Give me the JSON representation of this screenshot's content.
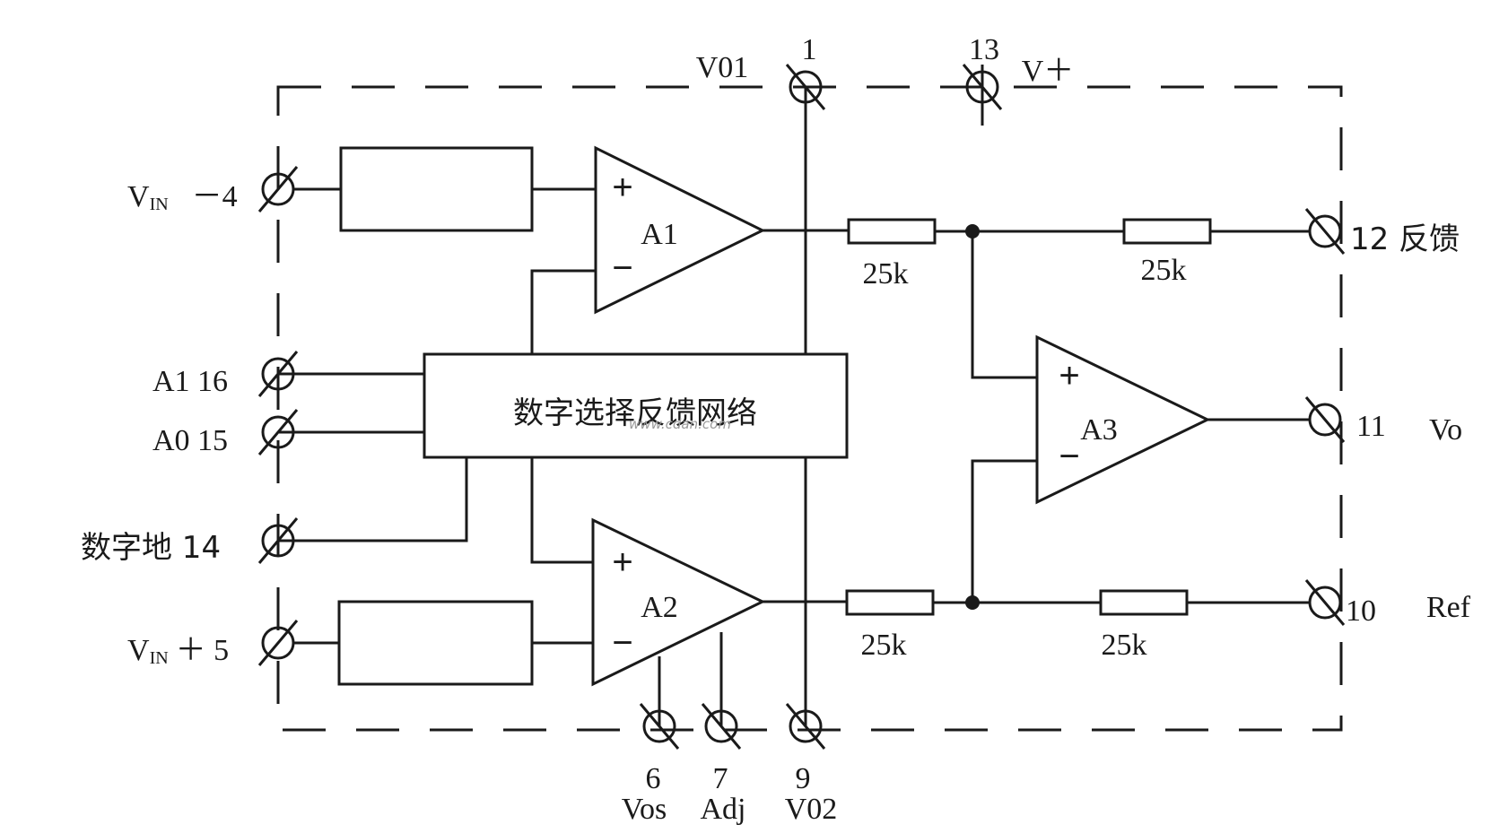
{
  "blocks": {
    "network_label": "数字选择反馈网络",
    "amp_a1": "A1",
    "amp_a2": "A2",
    "amp_a3": "A3"
  },
  "resistors": {
    "r1": "25k",
    "r2": "25k",
    "r3": "25k",
    "r4": "25k"
  },
  "pins": {
    "vin_minus": {
      "name": "V",
      "sub": "IN",
      "suffix": "－4"
    },
    "vin_plus": {
      "name": "V",
      "sub": "IN",
      "suffix": "＋ 5"
    },
    "a1_pin": "A1 16",
    "a0_pin": "A0 15",
    "dgnd_pin": "数字地 14",
    "pin1_num": "1",
    "pin1_name": "V01",
    "pin13_num": "13",
    "pin13_name": "V＋",
    "pin12": "12 反馈",
    "pin11_num": "11",
    "pin11_name": "Vo",
    "pin10_num": "10",
    "pin10_name": "Ref",
    "pin6_num": "6",
    "pin6_name": "Vos",
    "pin7_num": "7",
    "pin7_name": "Adj",
    "pin9_num": "9",
    "pin9_name": "V02"
  },
  "signs": {
    "plus": "+",
    "minus": "−"
  },
  "watermark": "www.cdan.com"
}
